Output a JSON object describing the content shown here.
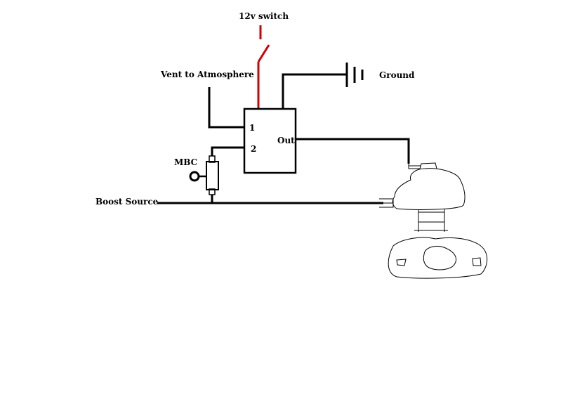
{
  "labels": {
    "switch": "12v switch",
    "vent": "Vent to Atmosphere",
    "ground": "Ground",
    "port1": "1",
    "port2": "2",
    "out": "Out",
    "mbc": "MBC",
    "boost": "Boost Source"
  },
  "colors": {
    "wire": "#000000",
    "switch_wire": "#d00000",
    "background": "#ffffff"
  }
}
